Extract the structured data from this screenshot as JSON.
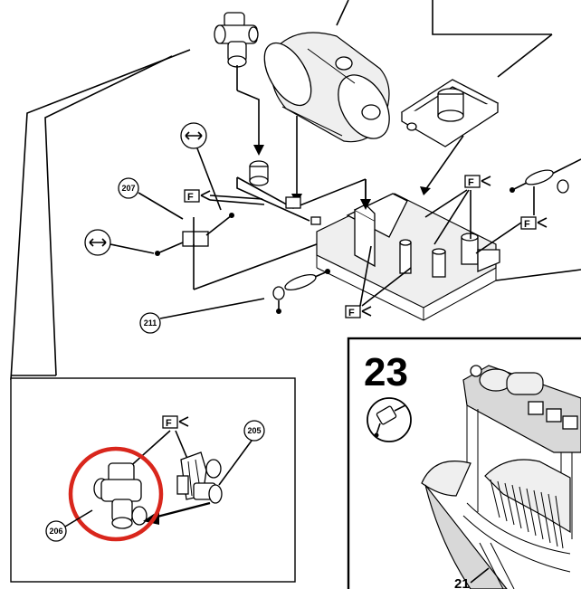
{
  "callouts": {
    "c207": "207",
    "c211": "211",
    "c205": "205",
    "c206": "206"
  },
  "fk_label": "F",
  "step": {
    "number": "23",
    "ref_number": "21"
  },
  "colors": {
    "highlight_circle": "#d9261c",
    "ink": "#000000",
    "shade": "#d8d8d8"
  },
  "icons": {
    "clip": "clip-release-icon",
    "double_arrow": "double-arrow-icon",
    "tool": "tool-icon"
  }
}
